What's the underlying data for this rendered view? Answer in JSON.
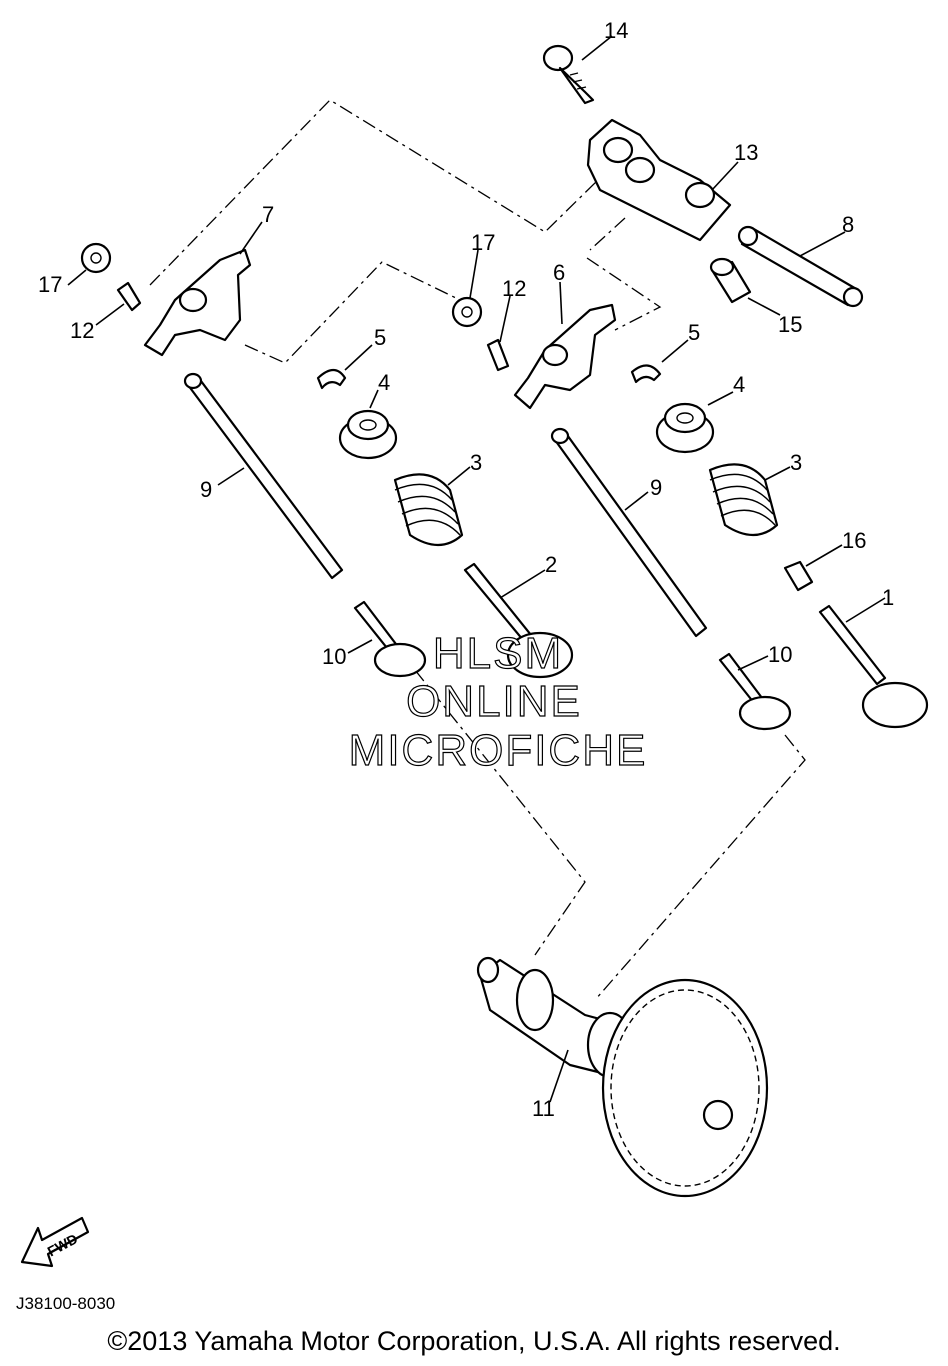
{
  "labels": {
    "l1": "1",
    "l2": "2",
    "l3a": "3",
    "l3b": "3",
    "l4a": "4",
    "l4b": "4",
    "l5a": "5",
    "l5b": "5",
    "l6": "6",
    "l7": "7",
    "l8": "8",
    "l9a": "9",
    "l9b": "9",
    "l10a": "10",
    "l10b": "10",
    "l11": "11",
    "l12a": "12",
    "l12b": "12",
    "l13": "13",
    "l14": "14",
    "l15": "15",
    "l16": "16",
    "l17a": "17",
    "l17b": "17"
  },
  "watermark": {
    "line1": "HLSM",
    "line2": "ONLINE",
    "line3": "MICROFICHE"
  },
  "fwd_label": "FWD",
  "diagram_code": "J38100-8030",
  "copyright": "©2013 Yamaha Motor Corporation, U.S.A. All rights reserved."
}
